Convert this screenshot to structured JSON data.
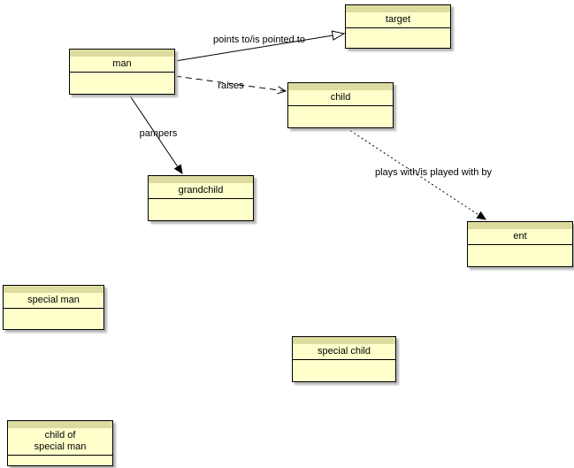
{
  "diagram": {
    "colors": {
      "background": "#ffffff",
      "node_fill": "#ffffcc",
      "node_header_fill": "#dcdca0",
      "node_border": "#000000",
      "edge_color": "#000000",
      "shadow": "#b8b8b8"
    },
    "nodes": [
      {
        "id": "target",
        "label": "target"
      },
      {
        "id": "man",
        "label": "man"
      },
      {
        "id": "child",
        "label": "child"
      },
      {
        "id": "grandchild",
        "label": "grandchild"
      },
      {
        "id": "ent",
        "label": "ent"
      },
      {
        "id": "special-man",
        "label": "special man"
      },
      {
        "id": "special-child",
        "label": "special child"
      },
      {
        "id": "child-of-special-man",
        "label": "child of\nspecial man"
      }
    ],
    "edges": [
      {
        "from": "man",
        "to": "target",
        "label": "points to/is pointed to",
        "line": "solid",
        "arrow": "hollow-triangle"
      },
      {
        "from": "man",
        "to": "child",
        "label": "raises",
        "line": "dashed",
        "arrow": "open"
      },
      {
        "from": "man",
        "to": "grandchild",
        "label": "pampers",
        "line": "solid",
        "arrow": "filled"
      },
      {
        "from": "child",
        "to": "ent",
        "label": "plays with/is played with by",
        "line": "dotted",
        "arrow": "filled"
      }
    ]
  }
}
